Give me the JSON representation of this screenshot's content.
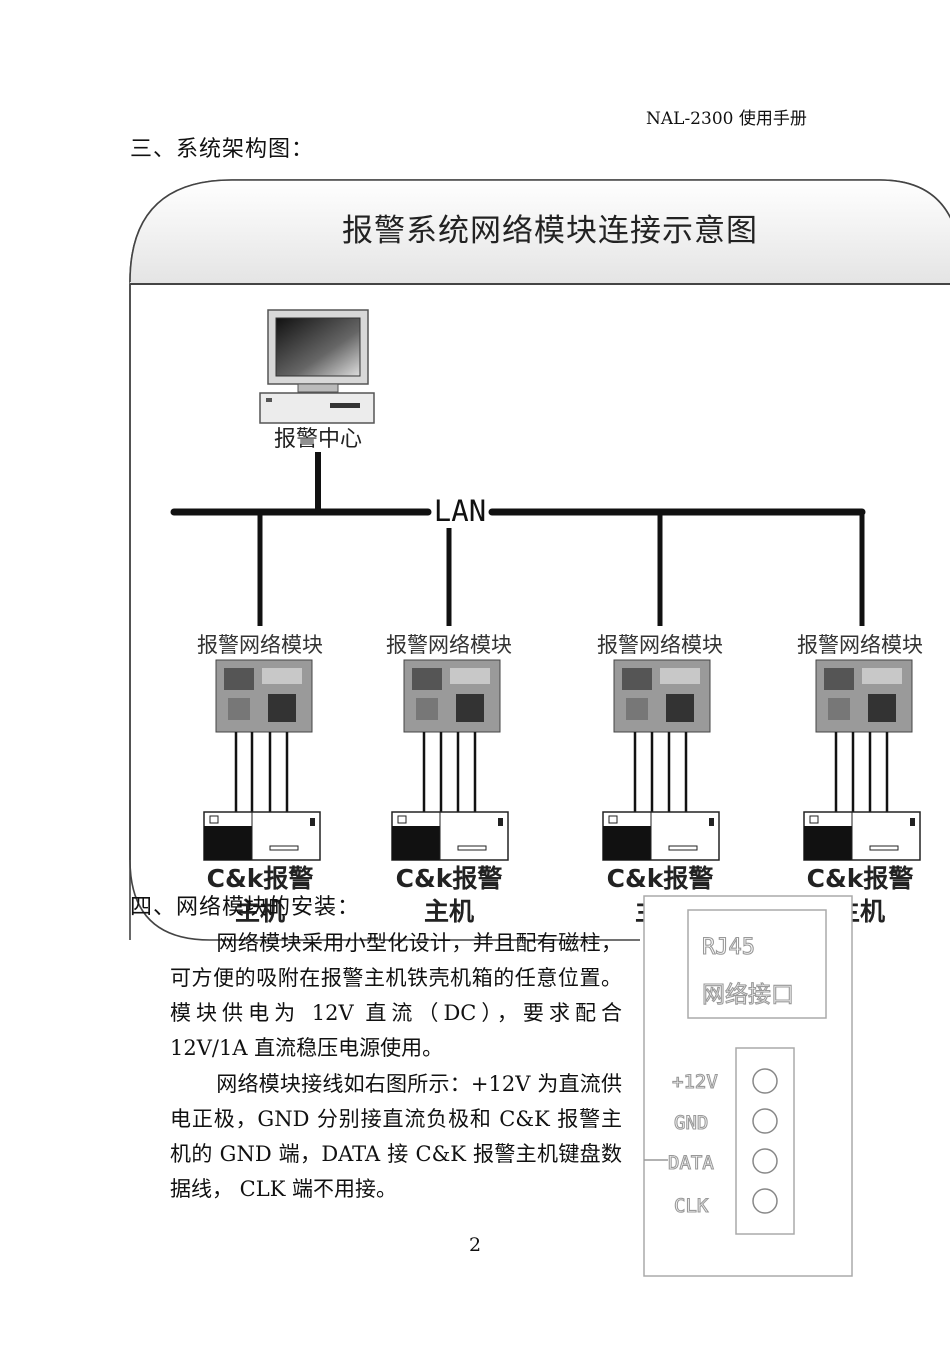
{
  "header": {
    "text": "NAL-2300 使用手册"
  },
  "section3": {
    "title": "三、系统架构图："
  },
  "diagram": {
    "title": "报警系统网络模块连接示意图",
    "center_label": "报警中心",
    "lan_label": "LAN",
    "module_label": "报警网络模块",
    "host_line1": "C&k报警",
    "host_line2": "主机"
  },
  "section4": {
    "title": "四、网络模块的安装：",
    "para1": "网络模块采用小型化设计，并且配有磁柱，可方便的吸附在报警主机铁壳机箱的任意位置。模块供电为 12V 直流（DC），要求配合 12V/1A 直流稳压电源使用。",
    "para2": "网络模块接线如右图所示：+12V 为直流供电正极，GND 分别接直流负极和 C&K 报警主机的 GND 端，DATA 接 C&K 报警主机键盘数据线， CLK 端不用接。"
  },
  "connector": {
    "rj45": "RJ45",
    "port_name": "网络接口",
    "pins": [
      "+12V",
      "GND",
      "DATA",
      "CLK"
    ]
  },
  "page_number": "2"
}
